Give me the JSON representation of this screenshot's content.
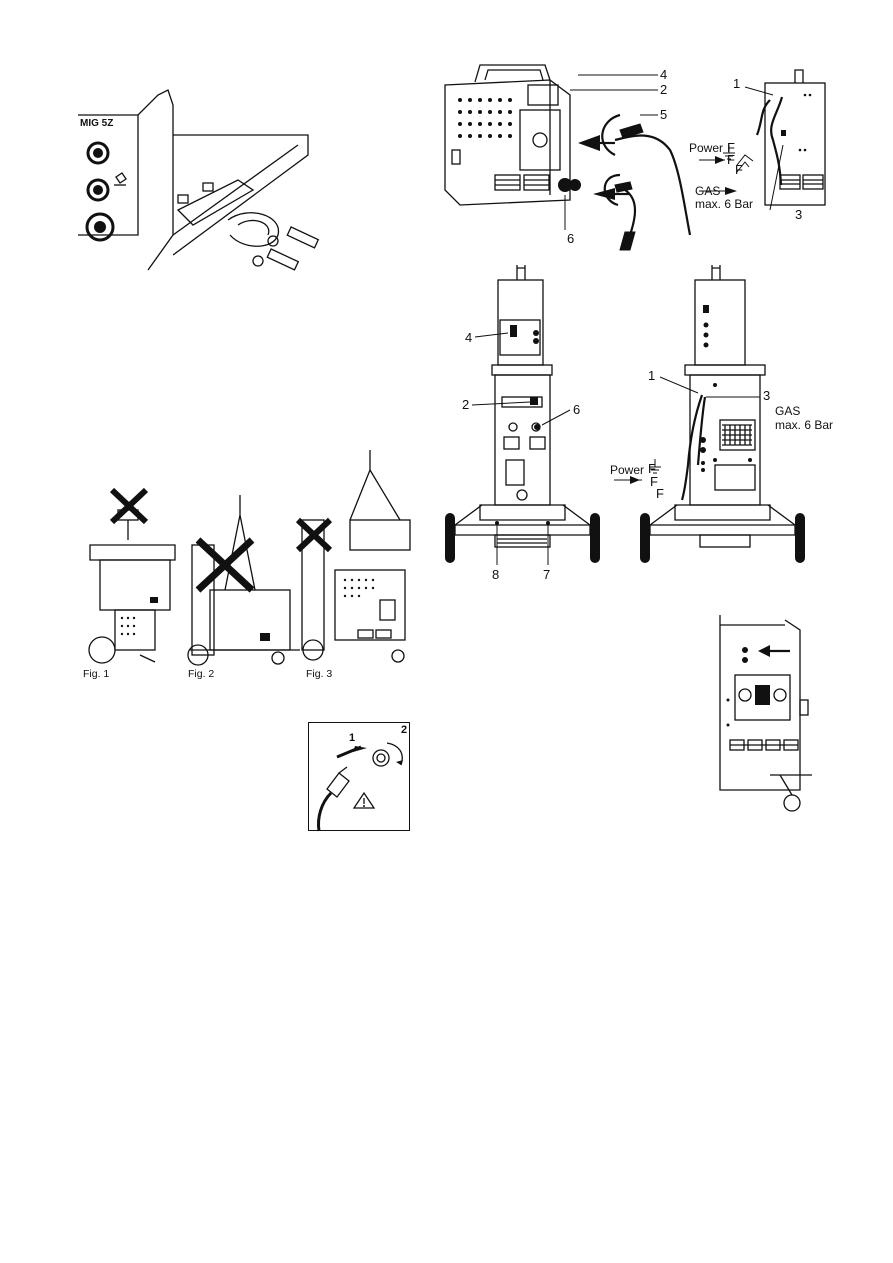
{
  "page": {
    "background": "#ffffff",
    "ink": "#111111"
  },
  "fig_rear_panel": {
    "brand_text": "MIG 5Z"
  },
  "fig_machine_connections": {
    "callouts": [
      "4",
      "2",
      "5",
      "6"
    ]
  },
  "fig_back_power_gas": {
    "callout_1": "1",
    "callout_3": "3",
    "power_label": "Power",
    "f1": "F",
    "f2": "F",
    "f3": "F",
    "gas_label": "GAS",
    "gas_pressure": "max. 6 Bar"
  },
  "fig_trolley_front": {
    "callout_4": "4",
    "callout_2": "2",
    "callout_6": "6",
    "callout_8": "8",
    "callout_7": "7"
  },
  "fig_trolley_back": {
    "callout_1": "1",
    "callout_3": "3",
    "gas_label": "GAS",
    "gas_pressure": "max. 6 Bar",
    "power_label": "Power",
    "f1": "F",
    "f2": "F",
    "f3": "F"
  },
  "lifting": {
    "fig1": "Fig. 1",
    "fig2": "Fig. 2",
    "fig3": "Fig. 3"
  },
  "torch_connect": {
    "step1": "1",
    "step2": "2",
    "warning_symbol": "!"
  },
  "icons": [
    "cross-forbidden-icon",
    "warning-triangle-icon",
    "hook-icon",
    "arrow-icon"
  ]
}
